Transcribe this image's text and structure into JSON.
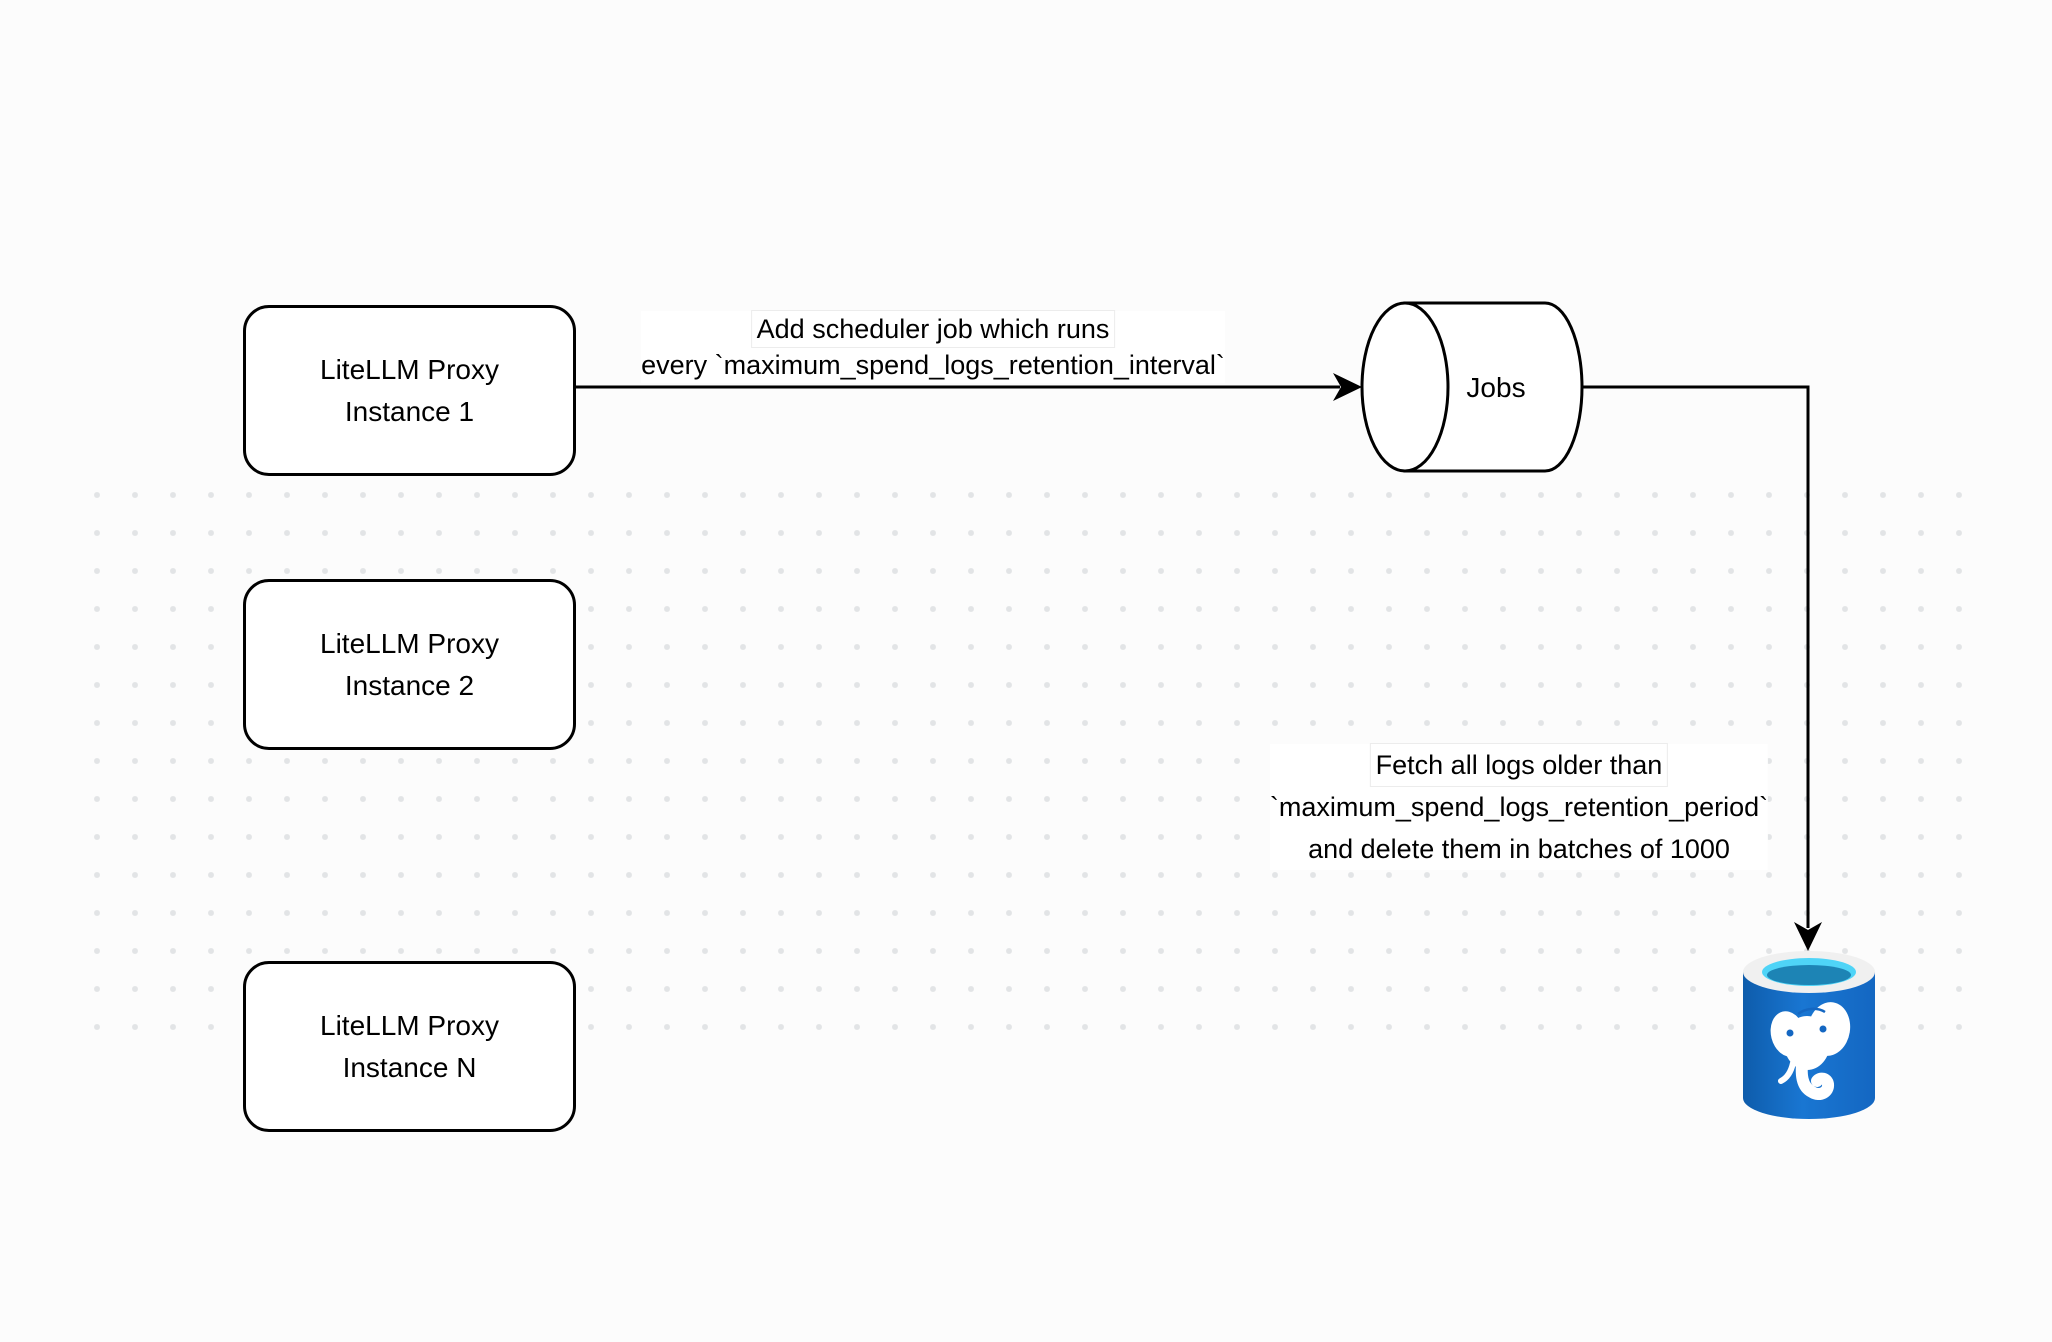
{
  "diagram": {
    "colors": {
      "background": "#fcfcfc",
      "grid_dot": "#e2e4e6",
      "stroke": "#000000",
      "postgres_body_blue": "#1467c2",
      "postgres_body_blue_dark": "#0e5cab",
      "postgres_rim_gray": "#f0f0f0",
      "postgres_cyan": "#4fd4f7",
      "postgres_liquid_teal": "#1d84b5"
    }
  },
  "nodes": {
    "instance1": {
      "lines": [
        "LiteLLM Proxy",
        "Instance 1"
      ]
    },
    "instance2": {
      "lines": [
        "LiteLLM Proxy",
        "Instance 2"
      ]
    },
    "instanceN": {
      "lines": [
        "LiteLLM Proxy",
        "Instance N"
      ]
    },
    "jobs": {
      "label": "Jobs"
    },
    "postgres": {
      "icon": "postgresql-database-icon"
    }
  },
  "edges": {
    "schedule": {
      "from": "instance1",
      "to": "jobs",
      "lines": [
        "Add scheduler job which runs",
        "every `maximum_spend_logs_retention_interval`"
      ]
    },
    "fetch": {
      "from": "jobs",
      "to": "postgres",
      "lines": [
        "Fetch all logs older than",
        "`maximum_spend_logs_retention_period`",
        "and delete them in batches of 1000"
      ]
    }
  }
}
